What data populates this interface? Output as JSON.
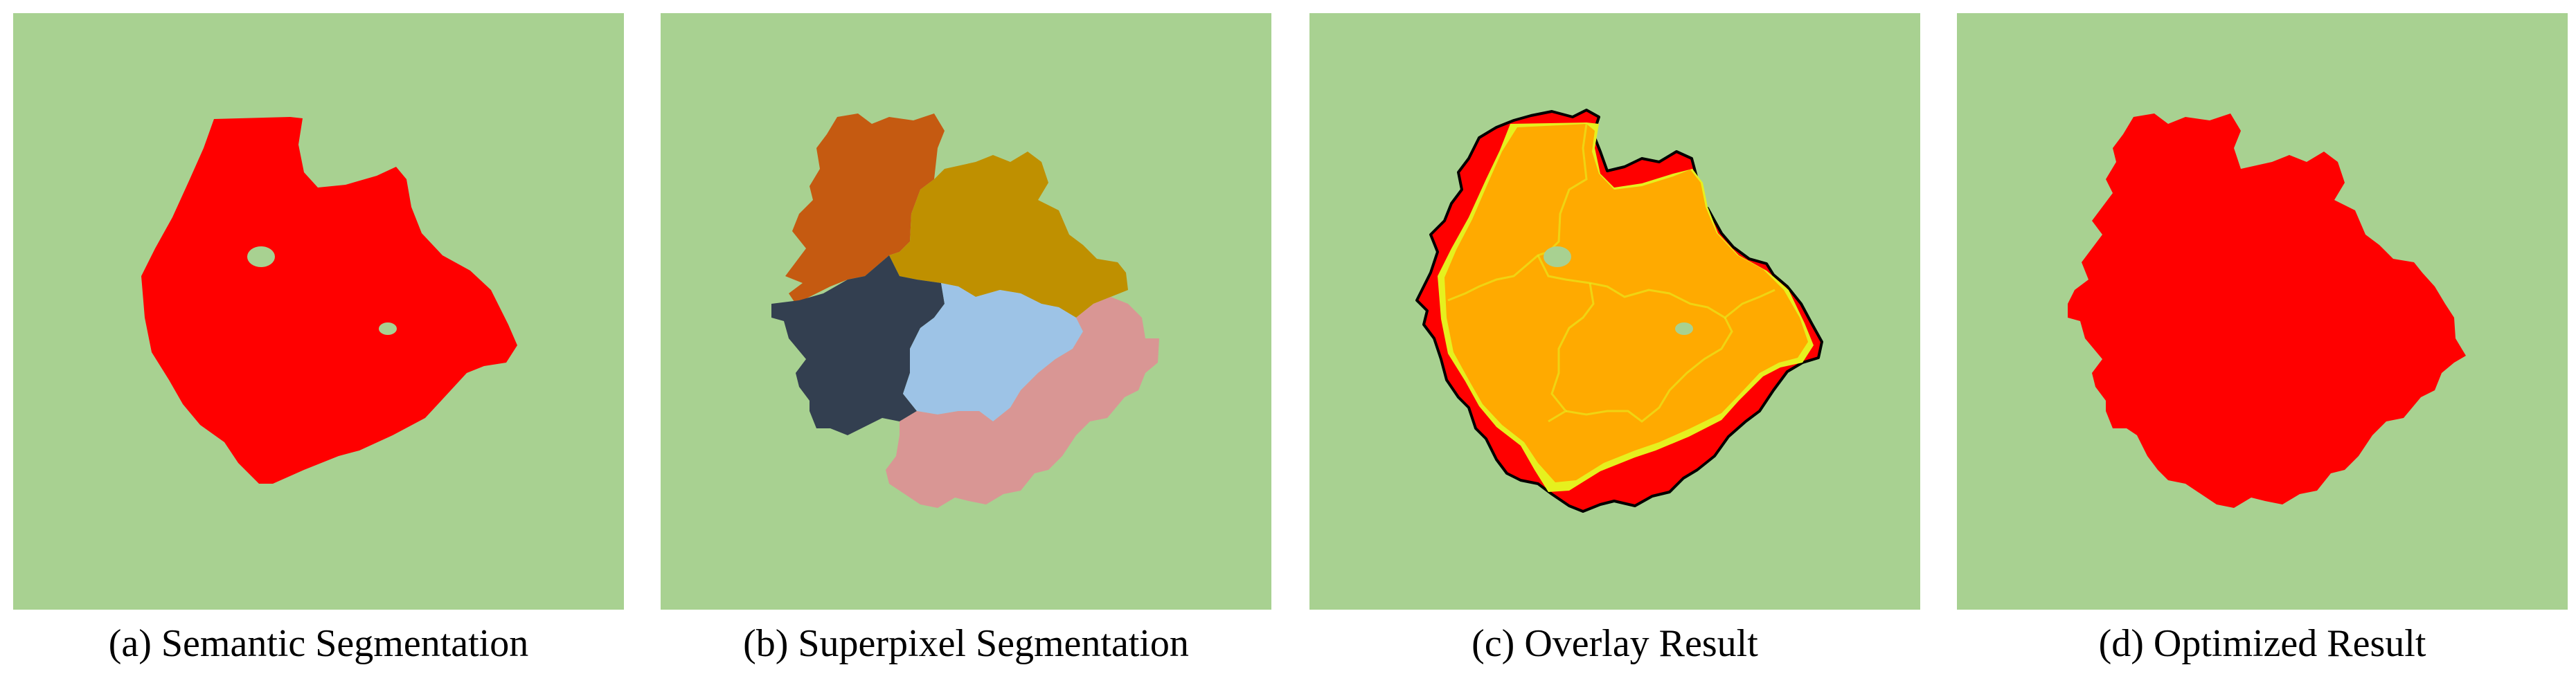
{
  "colors": {
    "background": "#a8d191",
    "semantic_region": "#ff0000",
    "superpixel_orange": "#c55a11",
    "superpixel_gold": "#bf9000",
    "superpixel_navy": "#333f50",
    "superpixel_lightblue": "#9dc3e6",
    "superpixel_pink": "#d99694",
    "overlay_orange": "#ffaa00",
    "overlay_yellow": "#e6f01e",
    "overlay_red": "#ff0000",
    "overlay_outline": "#000000"
  },
  "panels": [
    {
      "id": "a",
      "caption": "(a) Semantic Segmentation"
    },
    {
      "id": "b",
      "caption": "(b) Superpixel Segmentation"
    },
    {
      "id": "c",
      "caption": "(c) Overlay Result"
    },
    {
      "id": "d",
      "caption": "(d) Optimized Result"
    }
  ]
}
